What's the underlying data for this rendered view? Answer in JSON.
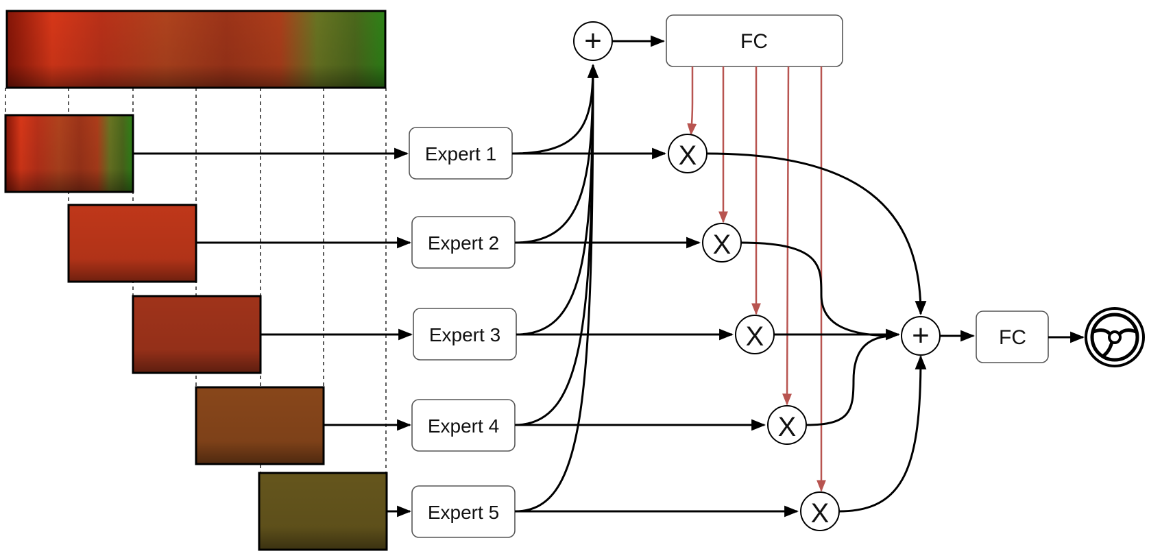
{
  "experts": [
    {
      "label": "Expert 1"
    },
    {
      "label": "Expert 2"
    },
    {
      "label": "Expert 3"
    },
    {
      "label": "Expert 4"
    },
    {
      "label": "Expert 5"
    }
  ],
  "gating_fc_label": "FC",
  "output_fc_label": "FC",
  "multiply_symbol": "X",
  "sum_symbol": "+",
  "output_icon": "steering-wheel-icon",
  "colors": {
    "gate_arrow": "#b85450",
    "image_red": "#d6311c",
    "image_green": "#3c8a1e"
  }
}
